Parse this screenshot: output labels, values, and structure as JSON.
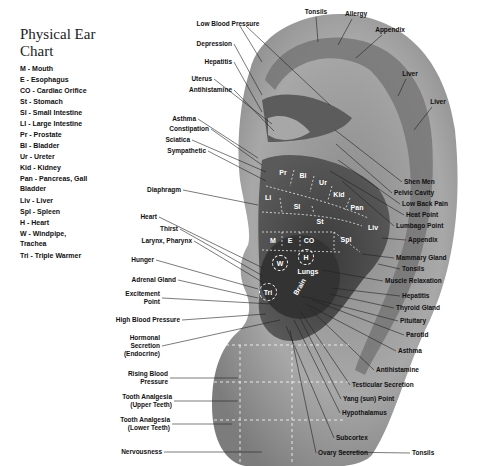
{
  "diagram": {
    "title": "Physical Ear Chart",
    "nodes": [
      {
        "text": [
          "W"
        ]
      },
      {
        "text": [
          "H"
        ]
      },
      {
        "text": [
          "Tri"
        ]
      }
    ],
    "labels": [
      "M - Mouth",
      "E - Esophagus",
      "CO - Cardiac Orifice",
      "St - Stomach",
      "SI - Small Intestine",
      "LI - Large Intestine",
      "Pr - Prostate",
      "Bl - Bladder",
      "Ur - Ureter",
      "Kid - Kidney",
      "Pan - Pancreas, Gall Bladder",
      "Liv - Liver",
      "Spl - Spleen",
      "H - Heart",
      "W - Windpipe, Trachea",
      "Tri - Triple Warmer",
      "Low Blood Pressure",
      "Depression",
      "Hepatitis",
      "Uterus",
      "Antihistamine",
      "Asthma",
      "Constipation",
      "Sciatica",
      "Sympathetic",
      "Diaphragm",
      "Heart",
      "Thirst",
      "Larynx, Pharynx",
      "Hunger",
      "Adrenal Gland",
      "Excitement Point",
      "High Blood Pressure",
      "Hormonal Secretion (Endocrine)",
      "Rising Blood Pressure",
      "Tooth Analgesia (Upper Teeth)",
      "Tooth Analgesia (Lower Teeth)",
      "Nervousness",
      "Tonsils",
      "Allergy",
      "Appendix",
      "Liver",
      "Liver",
      "Shen Men",
      "Pelvic Cavity",
      "Low Back Pain",
      "Heat Point",
      "Lumbago Point",
      "Appendix",
      "Mammary Gland",
      "Tonsils",
      "Muscle Relaxation",
      "Hepatitis",
      "Thyroid Gland",
      "Pituitary",
      "Parotid",
      "Asthma",
      "Antihistamine",
      "Testicular Secretion",
      "Yang (sun) Point",
      "Hypothalamus",
      "Subcortex",
      "Ovary Secretion",
      "Tonsils",
      "Pr",
      "Bl",
      "Ur",
      "Kid",
      "Pan",
      "Liv",
      "Li",
      "SI",
      "St",
      "M",
      "E",
      "CO",
      "Spl",
      "Lungs",
      "Brain"
    ]
  }
}
